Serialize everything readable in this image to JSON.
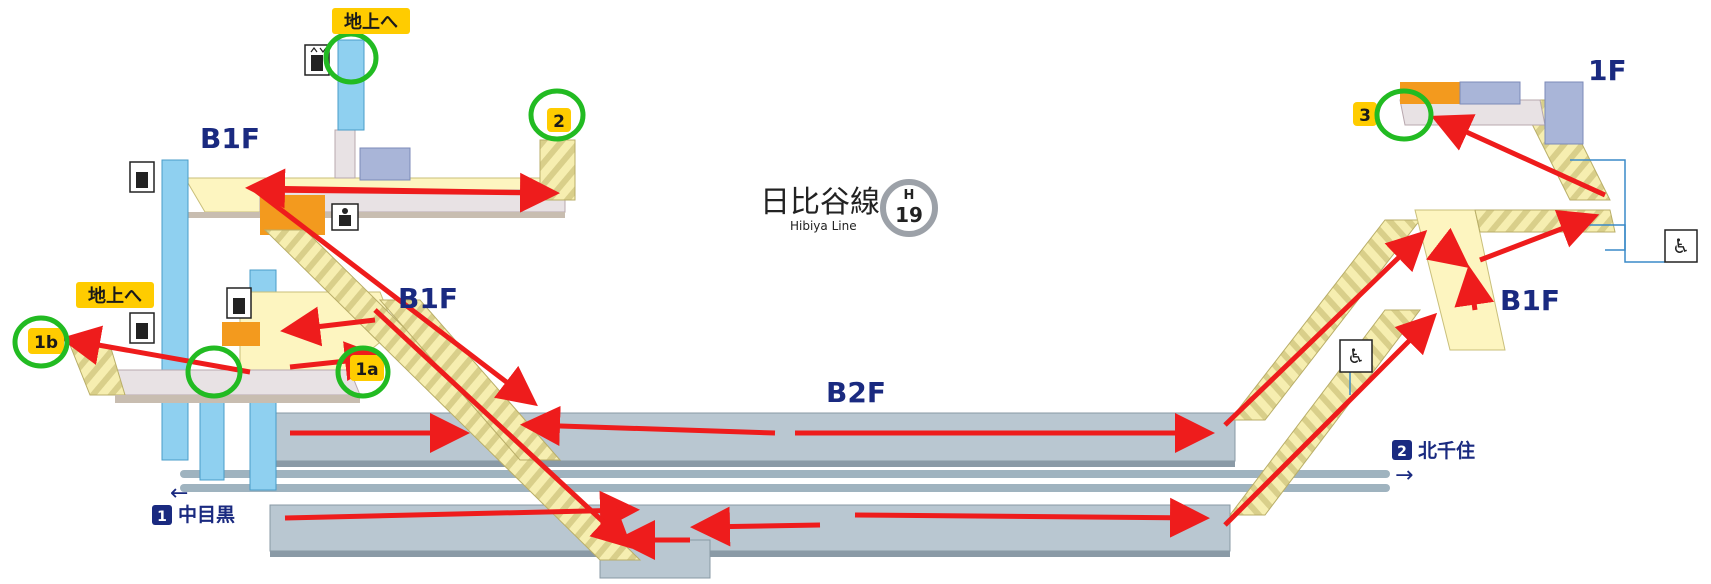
{
  "line": {
    "name_jp": "日比谷線",
    "name_en": "Hibiya Line",
    "badge_letter": "H",
    "badge_number": "19",
    "color": "#9ca1a8"
  },
  "floors": {
    "b1f_left_upper": "B1F",
    "b1f_left_lower": "B1F",
    "b1f_right": "B1F",
    "b2f": "B2F",
    "f1_right": "1F"
  },
  "exits": {
    "exit_2": "2",
    "exit_1a": "1a",
    "exit_1b": "1b",
    "exit_3": "3"
  },
  "signs": {
    "to_ground_top": "地上へ",
    "to_ground_left": "地上へ"
  },
  "directions": {
    "left": {
      "num": "1",
      "dest": "中目黒",
      "arrow": "←"
    },
    "right": {
      "num": "2",
      "dest": "北千住",
      "arrow": "→"
    }
  },
  "icons": [
    "elevator-icon",
    "escalator-icon",
    "toilet-icon",
    "wheelchair-lift-icon"
  ],
  "colors": {
    "route_arrow": "#ee1c1c",
    "highlight_circle": "#22bb22",
    "exit_badge": "#ffcc00",
    "floor_label": "#1a2a80",
    "concourse": "#fdf5c0",
    "platform": "#b8c6d0",
    "elevator_shaft": "#8fd0f0",
    "shop": "#f39a1e"
  }
}
